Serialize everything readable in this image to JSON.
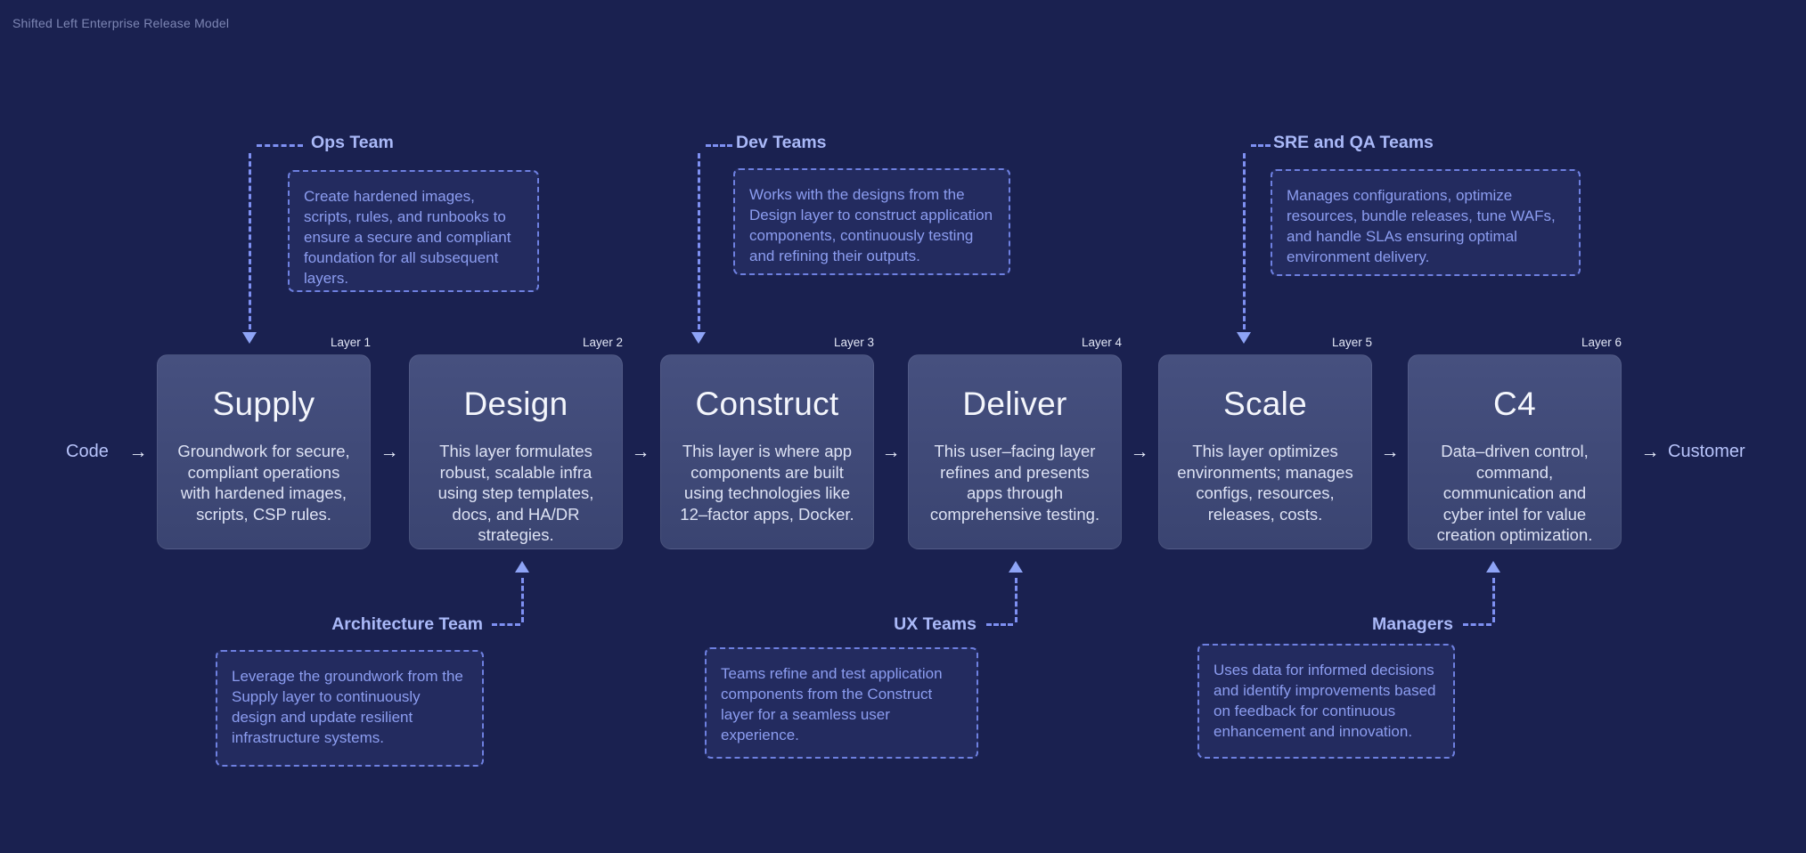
{
  "page": {
    "title": "Shifted Left Enterprise Release Model"
  },
  "colors": {
    "background": "#1a2150",
    "layer_box_fill": "#3e4876",
    "team_label": "#aab9f8",
    "connector": "#7e90f2",
    "annotation_text": "#8c9df0",
    "box_text": "#f4f6fc"
  },
  "flow": {
    "input_label": "Code",
    "output_label": "Customer",
    "arrow_glyph": "→"
  },
  "layers": [
    {
      "layer_label": "Layer 1",
      "title": "Supply",
      "description": "Groundwork for secure, compliant operations with hardened images, scripts, CSP rules."
    },
    {
      "layer_label": "Layer 2",
      "title": "Design",
      "description": "This layer formulates robust, scalable infra using step templates, docs, and HA/DR strategies."
    },
    {
      "layer_label": "Layer 3",
      "title": "Construct",
      "description": "This layer is where app components are built using technologies like 12–factor apps, Docker."
    },
    {
      "layer_label": "Layer 4",
      "title": "Deliver",
      "description": "This user–facing layer refines and presents apps through comprehensive testing."
    },
    {
      "layer_label": "Layer 5",
      "title": "Scale",
      "description": "This layer optimizes environments; manages configs, resources, releases, costs."
    },
    {
      "layer_label": "Layer 6",
      "title": "C4",
      "description": "Data–driven control, command, communication and cyber intel for value creation optimization."
    }
  ],
  "teams_top": [
    {
      "name": "Ops Team",
      "description": "Create hardened images, scripts, rules, and runbooks to ensure a secure and compliant foundation for all subsequent layers."
    },
    {
      "name": "Dev Teams",
      "description": "Works with the designs from the Design layer to construct application components, continuously testing and refining their outputs."
    },
    {
      "name": "SRE and QA Teams",
      "description": "Manages configurations, optimize resources, bundle releases, tune WAFs, and handle SLAs ensuring optimal environment delivery."
    }
  ],
  "teams_bottom": [
    {
      "name": "Architecture Team",
      "description": "Leverage the groundwork from the Supply layer to continuously design and update resilient infrastructure systems."
    },
    {
      "name": "UX Teams",
      "description": "Teams refine and test application components from the Construct layer for a seamless user experience."
    },
    {
      "name": "Managers",
      "description": "Uses data for informed decisions and identify improvements based on feedback for continuous enhancement and innovation."
    }
  ]
}
